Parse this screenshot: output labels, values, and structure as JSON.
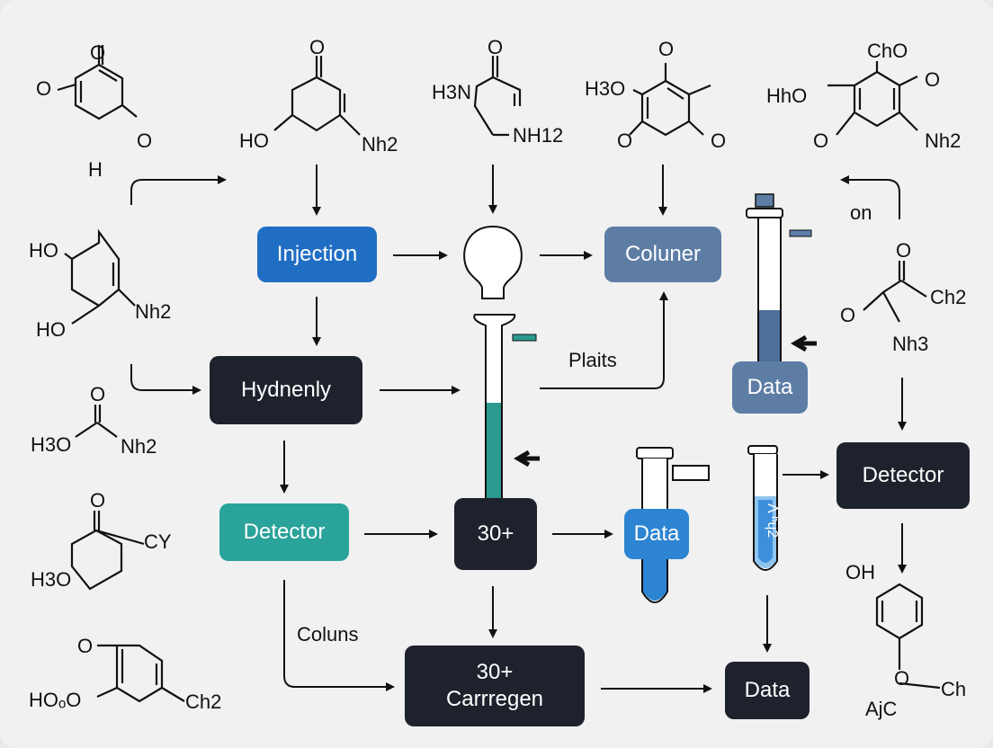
{
  "nodes": {
    "injection": "Injection",
    "hydnenly": "Hydnenly",
    "detector_left": "Detector",
    "count_mid": "30+",
    "carrregen_line1": "30+",
    "carrregen_line2": "Carrregen",
    "coluner": "Coluner",
    "data_tube_top": "Data",
    "data_tube_mid": "Data",
    "detector_right": "Detector",
    "data_bottom": "Data"
  },
  "edge_labels": {
    "plaits": "Plaits",
    "coluns": "Coluns",
    "on": "on"
  },
  "tube_text": "Λ ʰɥ2",
  "molecules": {
    "m1": {
      "o_top": "O",
      "o_left": "O",
      "o_right": "O",
      "h": "H"
    },
    "m2": {
      "o_top": "O",
      "ho": "HO",
      "nh2": "Nh2"
    },
    "m3": {
      "o_top": "O",
      "h3n": "H3N",
      "nh12": "NH12"
    },
    "m4": {
      "o_top": "O",
      "h3o": "H3O",
      "o_left": "O",
      "o_right": "O"
    },
    "m5": {
      "cho": "ChO",
      "hho": "HhO",
      "o_left": "O",
      "o_right": "O",
      "nh2": "Nh2"
    },
    "m6": {
      "ho_top": "HO",
      "ho_bottom": "HO",
      "nh2": "Nh2"
    },
    "m7": {
      "o": "O",
      "o_left": "O",
      "ch2": "Ch2",
      "nh3": "Nh3"
    },
    "m8": {
      "o_top": "O",
      "h3o": "H3O",
      "nh2": "Nh2"
    },
    "m9": {
      "o_top": "O",
      "cy": "CY",
      "h3o": "H3O"
    },
    "m10": {
      "o_top": "O",
      "hoo": "HOₒO",
      "ch2": "Ch2"
    },
    "m11": {
      "oh": "OH",
      "o": "O",
      "ch": "Ch",
      "ajc": "AjC"
    }
  },
  "colors": {
    "dark": "#1e222c",
    "blue": "#1f6ec4",
    "slate": "#5d7da5",
    "teal": "#2aa39a",
    "light_blue": "#2d84d2",
    "column_fill": "#2a9a8f"
  }
}
